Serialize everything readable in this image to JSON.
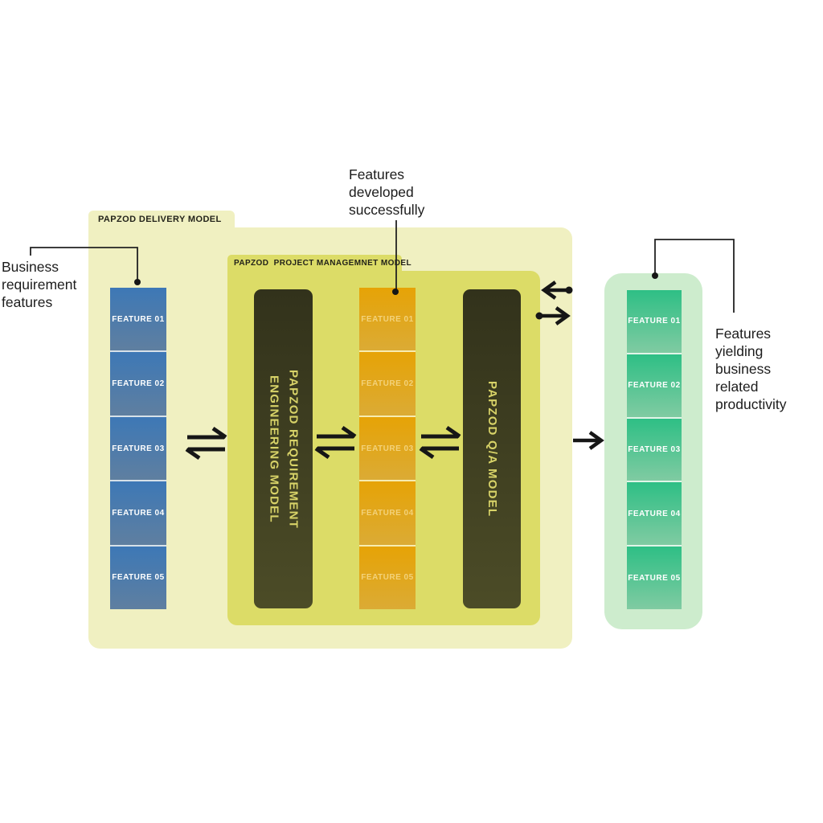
{
  "outer": {
    "label": "PAPZOD DELIVERY MODEL"
  },
  "inner": {
    "label": "PAPZOD  PROJECT MANAGEMNET MODEL"
  },
  "bars": {
    "requirement": "PAPZOD REQUIREMENT\nENGINEERING MODEL",
    "qa": "PAPZOD Q/A MODEL"
  },
  "stacks": {
    "business": [
      "FEATURE 01",
      "FEATURE 02",
      "FEATURE 03",
      "FEATURE 04",
      "FEATURE 05"
    ],
    "developed": [
      "FEATURE 01",
      "FEATURE 02",
      "FEATURE 03",
      "FEATURE 04",
      "FEATURE 05"
    ],
    "productive": [
      "FEATURE 01",
      "FEATURE 02",
      "FEATURE 03",
      "FEATURE 04",
      "FEATURE 05"
    ]
  },
  "annotations": {
    "left": "Business\nrequirement\nfeatures",
    "top": "Features\ndeveloped\nsuccessfully",
    "right": "Features\nyielding\nbusiness\nrelated\nproductivity"
  },
  "colors": {
    "outer_bg": "#f0f0c1",
    "inner_bg": "#dcdc67",
    "bar_top": "#32321b",
    "bar_bottom": "#4c4c27",
    "bar_text": "#d8d368",
    "blue_top": "#3d78b6",
    "blue_bottom": "#5f7fa0",
    "orange_top": "#e6a306",
    "orange_bottom": "#dbab35",
    "orange_text": "#f3d27a",
    "green_top": "#2ebf85",
    "green_bottom": "#80cba2",
    "green_wrap": "#cdeccd",
    "ink": "#1c1c1c"
  }
}
